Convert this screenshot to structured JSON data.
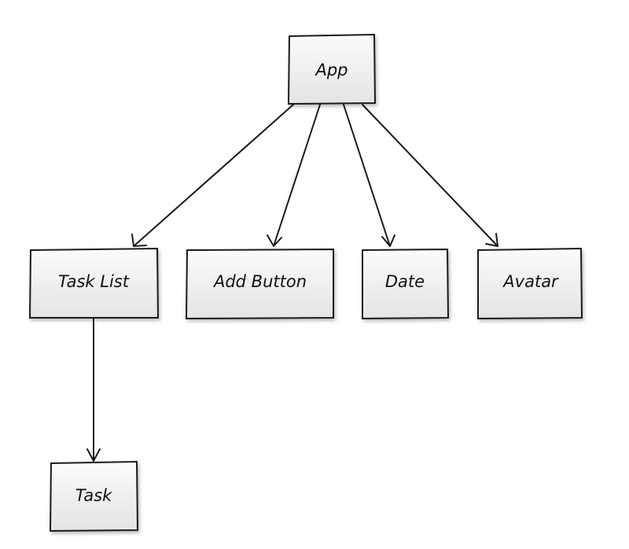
{
  "diagram": {
    "type": "tree",
    "nodes": [
      {
        "id": "app",
        "label": "App"
      },
      {
        "id": "task-list",
        "label": "Task List"
      },
      {
        "id": "add-button",
        "label": "Add Button"
      },
      {
        "id": "date",
        "label": "Date"
      },
      {
        "id": "avatar",
        "label": "Avatar"
      },
      {
        "id": "task",
        "label": "Task"
      }
    ],
    "edges": [
      {
        "from": "app",
        "to": "task-list"
      },
      {
        "from": "app",
        "to": "add-button"
      },
      {
        "from": "app",
        "to": "date"
      },
      {
        "from": "app",
        "to": "avatar"
      },
      {
        "from": "task-list",
        "to": "task"
      }
    ]
  }
}
